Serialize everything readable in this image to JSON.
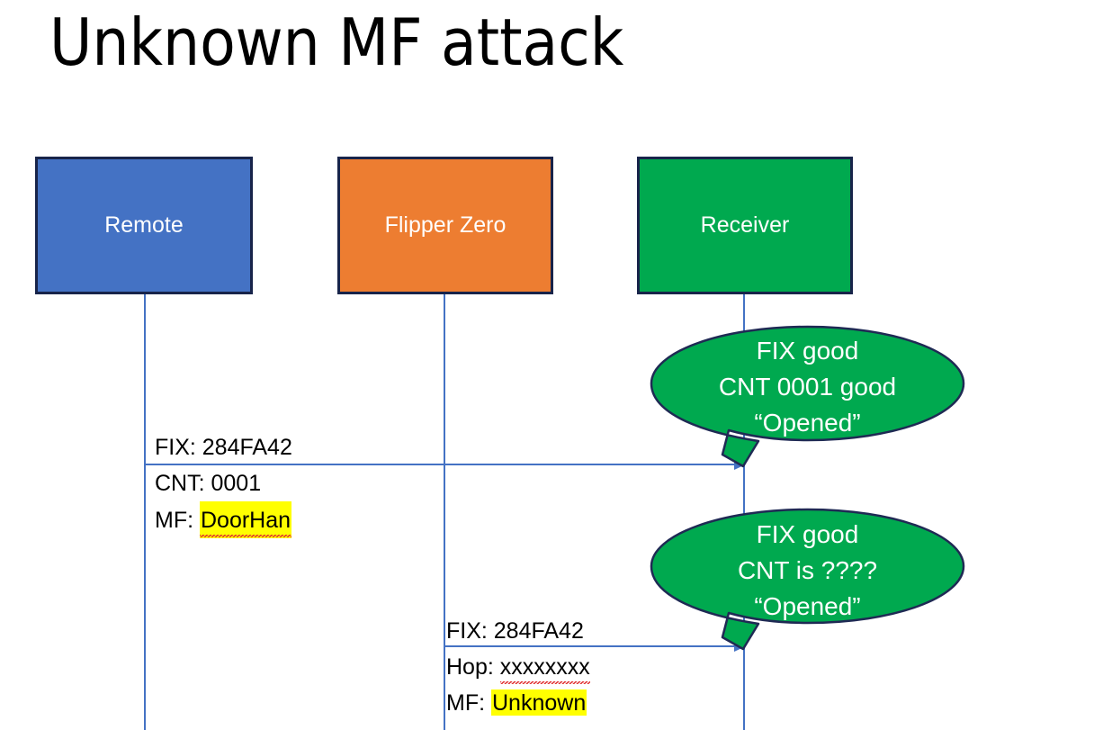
{
  "slide": {
    "title": "Unknown MF attack",
    "background": "#ffffff"
  },
  "colors": {
    "remote_box": "#4472C4",
    "flipper_box": "#ED7D31",
    "receiver_box": "#00A94F",
    "box_border": "#18244A",
    "lifeline": "#4472C4",
    "arrow": "#4472C4",
    "bubble_fill": "#00A94F",
    "bubble_stroke": "#1F2A54",
    "highlight": "#FFFF00",
    "spellcheck_underline": "#E03030",
    "text_dark": "#000000",
    "text_light": "#FFFFFF"
  },
  "actors": [
    {
      "id": "remote",
      "label": "Remote"
    },
    {
      "id": "flipper",
      "label": "Flipper Zero"
    },
    {
      "id": "receiver",
      "label": "Receiver"
    }
  ],
  "messages": [
    {
      "id": "msg1",
      "from": "remote",
      "to": "receiver",
      "line1": "FIX: 284FA42",
      "line2": "CNT: 0001",
      "line3_prefix": "MF: ",
      "line3_value": "DoorHan",
      "line3_highlighted": true,
      "line3_spellchecked": true
    },
    {
      "id": "msg2",
      "from": "flipper",
      "to": "receiver",
      "line1": "FIX: 284FA42",
      "line2_prefix": "Hop: ",
      "line2_value": "xxxxxxxx",
      "line2_spellchecked": true,
      "line3_prefix": "MF: ",
      "line3_value": "Unknown",
      "line3_highlighted": true
    }
  ],
  "bubbles": [
    {
      "id": "bubble1",
      "owner": "receiver",
      "line1": "FIX good",
      "line2": "CNT 0001 good",
      "line3": "“Opened”"
    },
    {
      "id": "bubble2",
      "owner": "receiver",
      "line1": "FIX good",
      "line2": "CNT is ????",
      "line3": "“Opened”"
    }
  ]
}
